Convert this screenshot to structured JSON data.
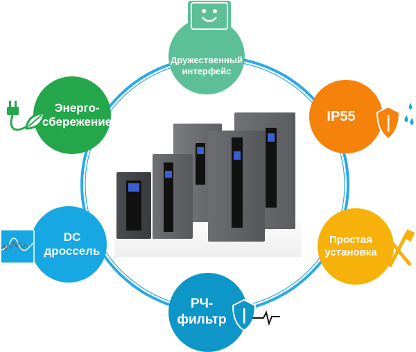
{
  "features": {
    "interface": {
      "line1": "Дружественный",
      "line2": "интерфейс",
      "color": "#5cbf97"
    },
    "energy": {
      "line1": "Энерго-",
      "line2": "сбережение",
      "color": "#23a74a"
    },
    "ip55": {
      "line1": "IP55",
      "color": "#f5820b"
    },
    "dc": {
      "line1": "DC",
      "line2": "дроссель",
      "color": "#17a7e3"
    },
    "install": {
      "line1": "Простая",
      "line2": "установка",
      "color": "#f6b10a"
    },
    "rf": {
      "line1": "РЧ-",
      "line2": "фильтр",
      "color": "#0e96c9"
    }
  },
  "ring_color": "#2aa9e8"
}
